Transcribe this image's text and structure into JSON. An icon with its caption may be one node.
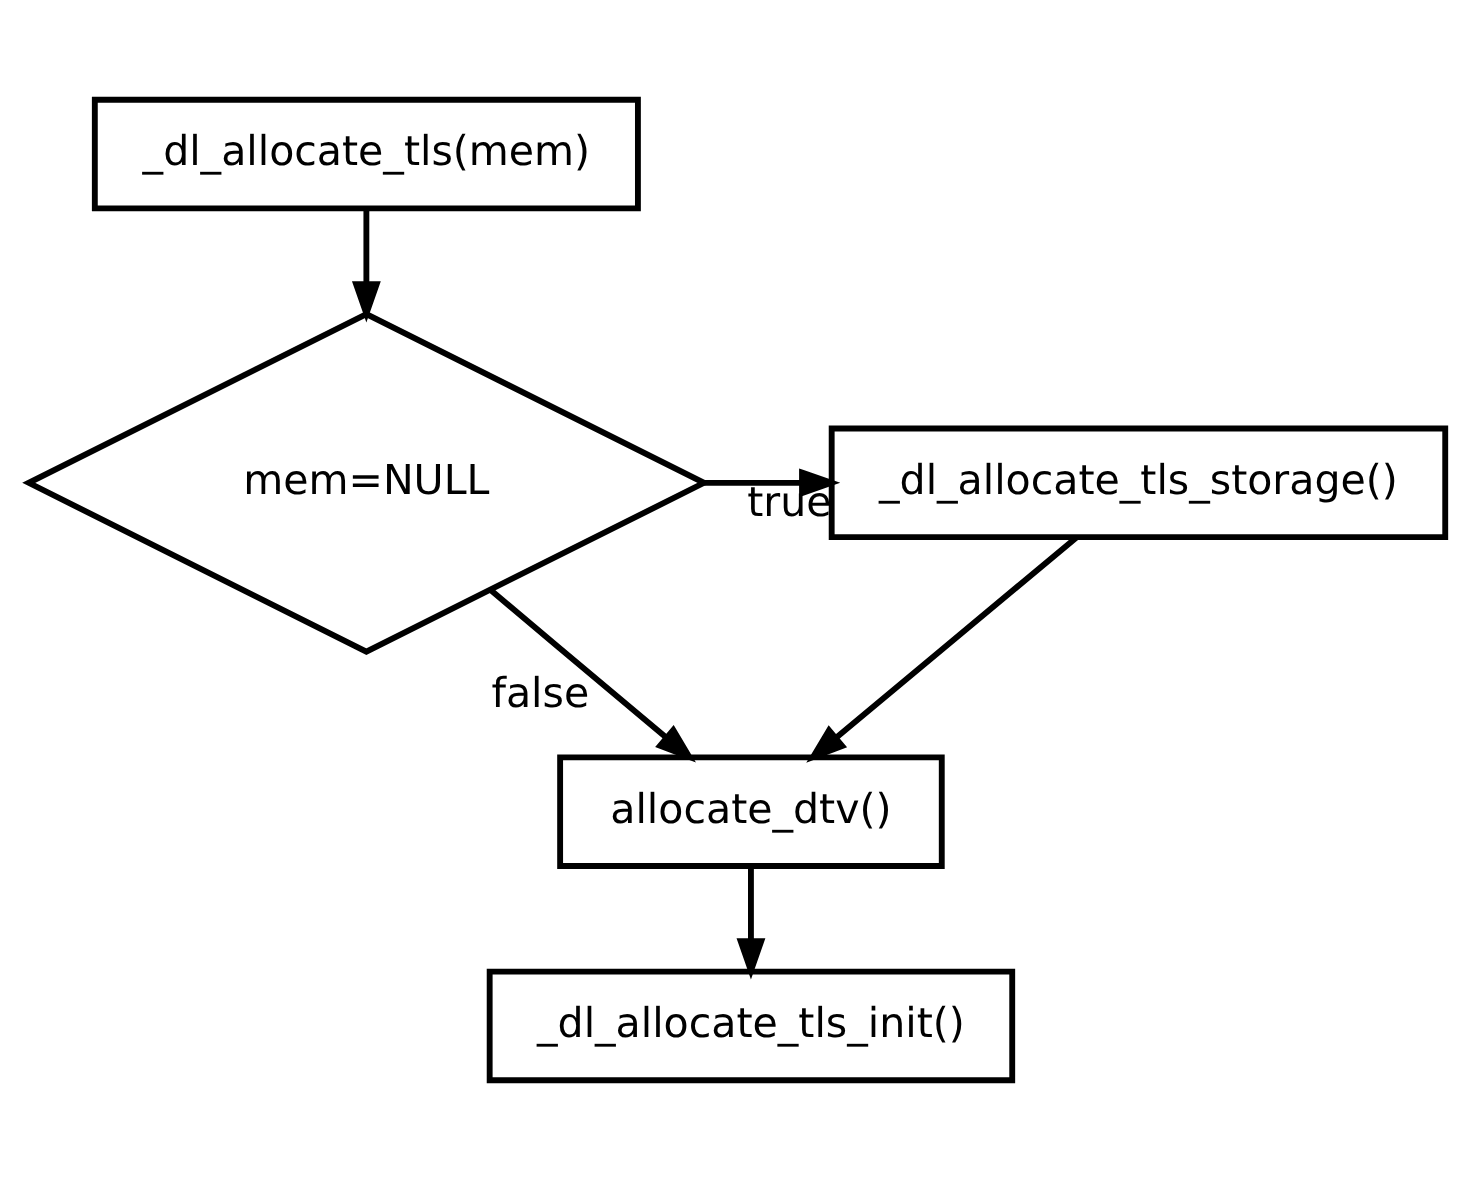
{
  "diagram": {
    "nodes": [
      {
        "text": [
          "_dl_allocate_tls(mem)"
        ]
      },
      {
        "text": [
          "mem=NULL"
        ]
      },
      {
        "text": [
          "_dl_allocate_tls_storage()"
        ]
      },
      {
        "text": [
          "allocate_dtv()"
        ]
      },
      {
        "text": [
          "_dl_allocate_tls_init()"
        ]
      }
    ],
    "edges": [
      {
        "from": 0,
        "to": 1,
        "arrow": "to"
      },
      {
        "from": 1,
        "to": 2,
        "arrow": "to",
        "label": "true"
      },
      {
        "from": 1,
        "to": 3,
        "arrow": "to",
        "label": "false"
      },
      {
        "from": 2,
        "to": 3,
        "arrow": "to"
      },
      {
        "from": 3,
        "to": 4,
        "arrow": "to"
      }
    ]
  }
}
